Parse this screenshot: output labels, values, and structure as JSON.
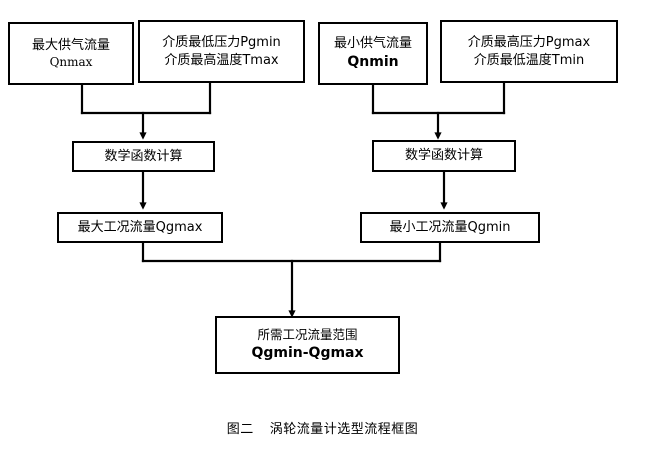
{
  "figure": {
    "caption_label": "图二",
    "caption_title": "涡轮流量计选型流程框图",
    "stroke_color": "#000000",
    "background_color": "#ffffff"
  },
  "nodes": {
    "max_supply_flow": {
      "line1": "最大供气流量",
      "line2": "Qnmax"
    },
    "medium_min_pressure_max_temp": {
      "line1": "介质最低压力Pgmin",
      "line2": "介质最高温度Tmax"
    },
    "min_supply_flow": {
      "line1": "最小供气流量",
      "line2": "Qnmin"
    },
    "medium_max_pressure_min_temp": {
      "line1": "介质最高压力Pgmax",
      "line2": "介质最低温度Tmin"
    },
    "math_calc_left": {
      "line1": "数学函数计算"
    },
    "math_calc_right": {
      "line1": "数学函数计算"
    },
    "qgmax": {
      "line1": "最大工况流量Qgmax"
    },
    "qgmin": {
      "line1": "最小工况流量Qgmin"
    },
    "required_range": {
      "line1": "所需工况流量范围",
      "line2": "Qgmin-Qgmax"
    }
  }
}
